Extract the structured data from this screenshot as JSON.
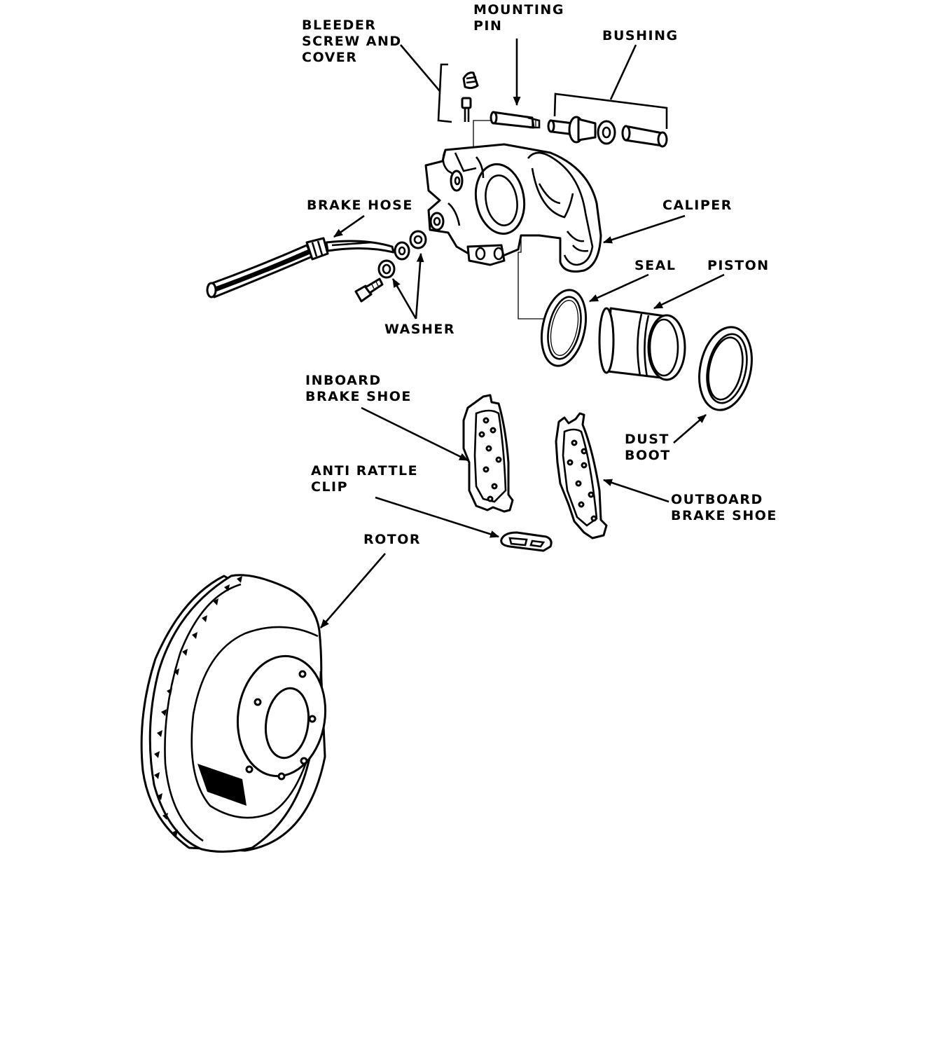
{
  "labels": {
    "bleeder": [
      "BLEEDER",
      "SCREW AND",
      "COVER"
    ],
    "mounting_pin": [
      "MOUNTING",
      "PIN"
    ],
    "bushing": "BUSHING",
    "brake_hose": "BRAKE HOSE",
    "caliper": "CALIPER",
    "seal": "SEAL",
    "piston": "PISTON",
    "washer": "WASHER",
    "inboard": [
      "INBOARD",
      "BRAKE SHOE"
    ],
    "anti_rattle": [
      "ANTI RATTLE",
      "CLIP"
    ],
    "dust_boot": [
      "DUST",
      "BOOT"
    ],
    "outboard": [
      "OUTBOARD",
      "BRAKE SHOE"
    ],
    "rotor": "ROTOR"
  },
  "colors": {
    "ink": "#000000",
    "paper": "#ffffff"
  }
}
